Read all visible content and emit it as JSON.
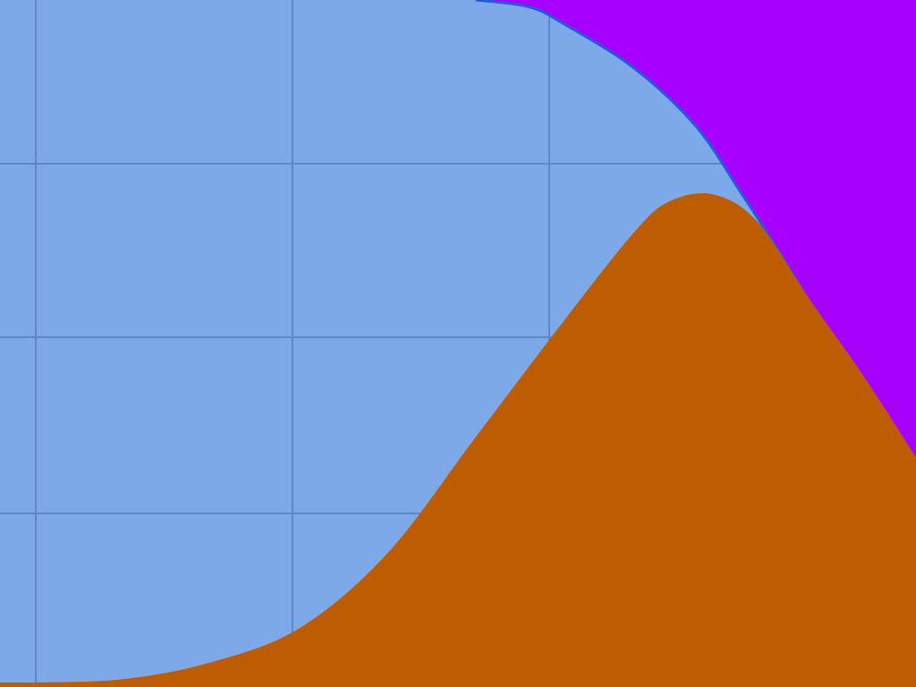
{
  "chart_data": {
    "type": "area",
    "title": "",
    "xlabel": "",
    "ylabel": "",
    "grid": true,
    "legend": "none",
    "xlim": [
      0,
      1
    ],
    "ylim": [
      0,
      1
    ],
    "colors": {
      "background": "#7ea9e8",
      "grid": "#5f86c6",
      "upper_fill": "#a600ff",
      "upper_edge": "#1f5fd6",
      "lower_fill": "#bd5c00"
    },
    "series": [
      {
        "fill": "upper",
        "x": [
          0.5,
          0.56,
          0.6,
          0.68,
          0.75,
          0.8,
          0.84,
          0.88,
          0.92,
          0.96,
          1.0
        ],
        "y": [
          1.0,
          0.99,
          0.965,
          0.9,
          0.815,
          0.72,
          0.64,
          0.555,
          0.455,
          0.35,
          0.33
        ]
      },
      {
        "fill": "lower",
        "x": [
          0.0,
          0.1,
          0.2,
          0.3,
          0.4,
          0.5,
          0.6,
          0.68,
          0.72,
          0.77,
          0.82,
          0.88,
          0.94,
          1.0
        ],
        "y": [
          0.0,
          0.005,
          0.03,
          0.08,
          0.19,
          0.36,
          0.53,
          0.66,
          0.705,
          0.715,
          0.675,
          0.56,
          0.45,
          0.33
        ]
      }
    ]
  }
}
